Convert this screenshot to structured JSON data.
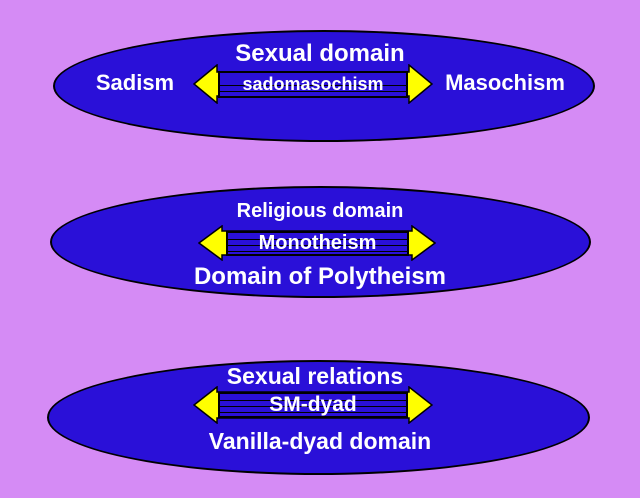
{
  "colors": {
    "background": "#d58bf5",
    "ellipse_fill": "#2a10d8",
    "arrow_fill": "#ffff00",
    "text": "#ffffff",
    "outline": "#000000"
  },
  "panels": [
    {
      "title": "Sexual domain",
      "left_label": "Sadism",
      "center_label": "sadomasochism",
      "right_label": "Masochism"
    },
    {
      "title": "Religious domain",
      "center_label": "Monotheism",
      "bottom_label": "Domain of Polytheism"
    },
    {
      "title": "Sexual relations",
      "center_label": "SM-dyad",
      "bottom_label": "Vanilla-dyad domain"
    }
  ]
}
